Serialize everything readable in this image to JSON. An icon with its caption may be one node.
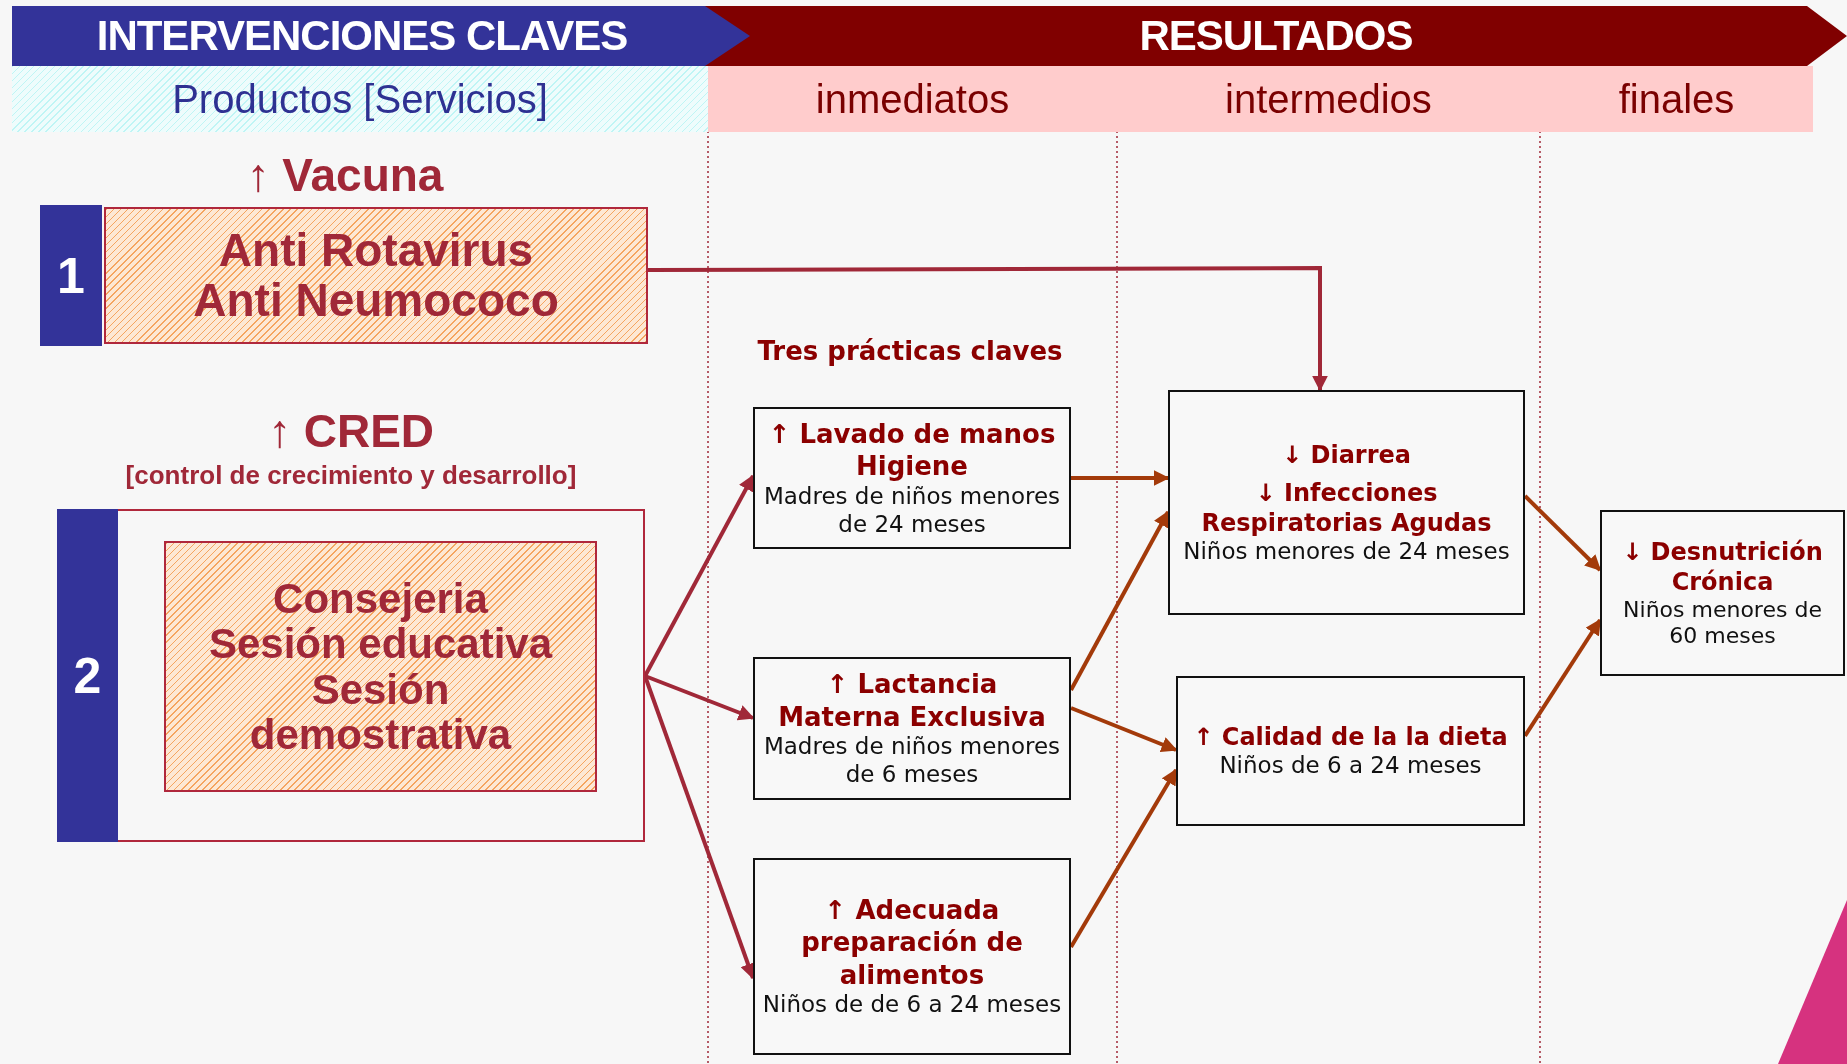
{
  "diagram": {
    "nodes": [
      {
        "text": [
          "INTERVENCIONES CLAVES"
        ]
      },
      {
        "text": [
          "RESULTADOS"
        ]
      },
      {
        "text": [
          "Productos [Servicios]"
        ]
      },
      {
        "text": [
          "inmediatos"
        ]
      },
      {
        "text": [
          "intermedios"
        ]
      },
      {
        "text": [
          "finales"
        ]
      },
      {
        "text": [
          "↑ Vacuna",
          "1",
          "Anti Rotavirus Anti Neumococo"
        ]
      },
      {
        "text": [
          "↑ CRED",
          "[control de crecimiento y desarrollo]",
          "2"
        ]
      },
      {
        "text": [
          "Consejeria Sesión educativa Sesión demostrativa"
        ],
        "in": 7
      },
      {
        "text": [
          "↑ Lavado de manos Higiene",
          "Madres de niños menores de 24 meses"
        ]
      },
      {
        "text": [
          "↑ Lactancia Materna Exclusiva",
          "Madres de niños menores de 6 meses"
        ]
      },
      {
        "text": [
          "↑ Adecuada preparación de alimentos",
          "Niños de de 6 a 24 meses"
        ]
      },
      {
        "text": [
          "↓ Diarrea",
          "↓ Infecciones Respiratorias Agudas",
          "Niños menores de 24 meses"
        ]
      },
      {
        "text": [
          "↑ Calidad de la la dieta",
          "Niños de 6 a 24 meses"
        ]
      },
      {
        "text": [
          "↓ Desnutrición Crónica",
          "Niños menores de 60 meses"
        ]
      }
    ],
    "edges": [
      {
        "from": 6,
        "to": 12,
        "arrow": "to",
        "color": "#a02838"
      },
      {
        "from": 7,
        "to": 9,
        "arrow": "to",
        "color": "#a02838"
      },
      {
        "from": 7,
        "to": 10,
        "arrow": "to",
        "color": "#a02838"
      },
      {
        "from": 7,
        "to": 11,
        "arrow": "to",
        "color": "#a02838"
      },
      {
        "from": 9,
        "to": 12,
        "arrow": "to"
      },
      {
        "from": 10,
        "to": 12,
        "arrow": "to"
      },
      {
        "from": 10,
        "to": 13,
        "arrow": "to"
      },
      {
        "from": 11,
        "to": 13,
        "arrow": "to"
      },
      {
        "from": 12,
        "to": 14,
        "arrow": "to"
      },
      {
        "from": 13,
        "to": 14,
        "arrow": "to"
      }
    ],
    "labels": [
      "Tres prácticas claves"
    ]
  }
}
